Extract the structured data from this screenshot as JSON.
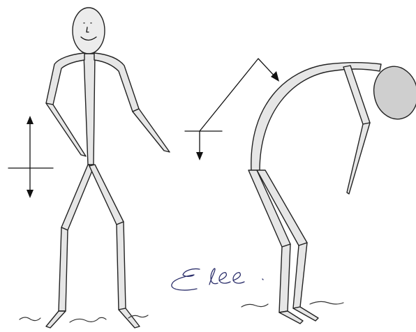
{
  "figure": {
    "panels": [
      {
        "name": "standing-figure",
        "pose": "upright"
      },
      {
        "name": "bent-figure",
        "pose": "bent-forward"
      }
    ],
    "signature": "Elee.",
    "colors": {
      "ink": "#111111",
      "limb_fill": "#e6e6e6",
      "head_shading": "#cfcfcf",
      "signature_ink": "#2c2f6b"
    }
  }
}
